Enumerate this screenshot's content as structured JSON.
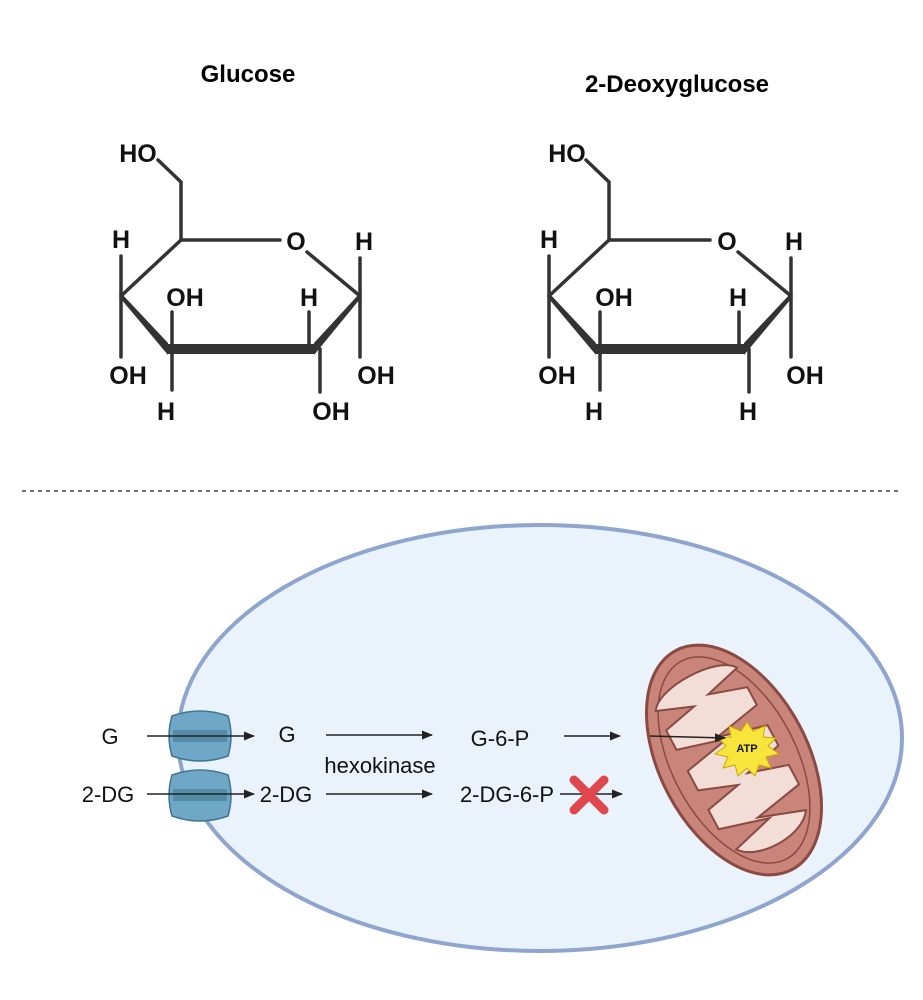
{
  "structures": [
    {
      "title": "Glucose",
      "labels": {
        "ho": "HO",
        "o": "O",
        "h_c4": "H",
        "h_c1": "H",
        "oh_c3": "OH",
        "h_c2": "H",
        "oh_c4": "OH",
        "h_c3": "H",
        "oh_c2": "OH",
        "oh_c1": "OH"
      }
    },
    {
      "title": "2-Deoxyglucose",
      "labels": {
        "ho": "HO",
        "o": "O",
        "h_c4": "H",
        "h_c1": "H",
        "oh_c3": "OH",
        "h_c2": "H",
        "oh_c4": "OH",
        "h_c3": "H",
        "h_c2b": "H",
        "oh_c1": "OH"
      }
    }
  ],
  "pathway": {
    "glucose_outside": "G",
    "glucose_inside": "G",
    "g6p": "G-6-P",
    "dg_outside": "2-DG",
    "dg_inside": "2-DG",
    "dg6p": "2-DG-6-P",
    "enzyme": "hexokinase",
    "atp": "ATP"
  },
  "colors": {
    "cell_fill": "#eaf2fb",
    "cell_stroke": "#8ea6cf",
    "transporter": "#6fa8c7",
    "mito_outer": "#c98579",
    "mito_inner": "#f3ddd7",
    "atp_burst": "#f7e53b",
    "block_x": "#e0474c"
  },
  "icons": {
    "transporter": "glucose-transporter-icon",
    "mitochondrion": "mitochondrion-icon",
    "block": "x-mark-icon",
    "atp": "burst-icon"
  }
}
